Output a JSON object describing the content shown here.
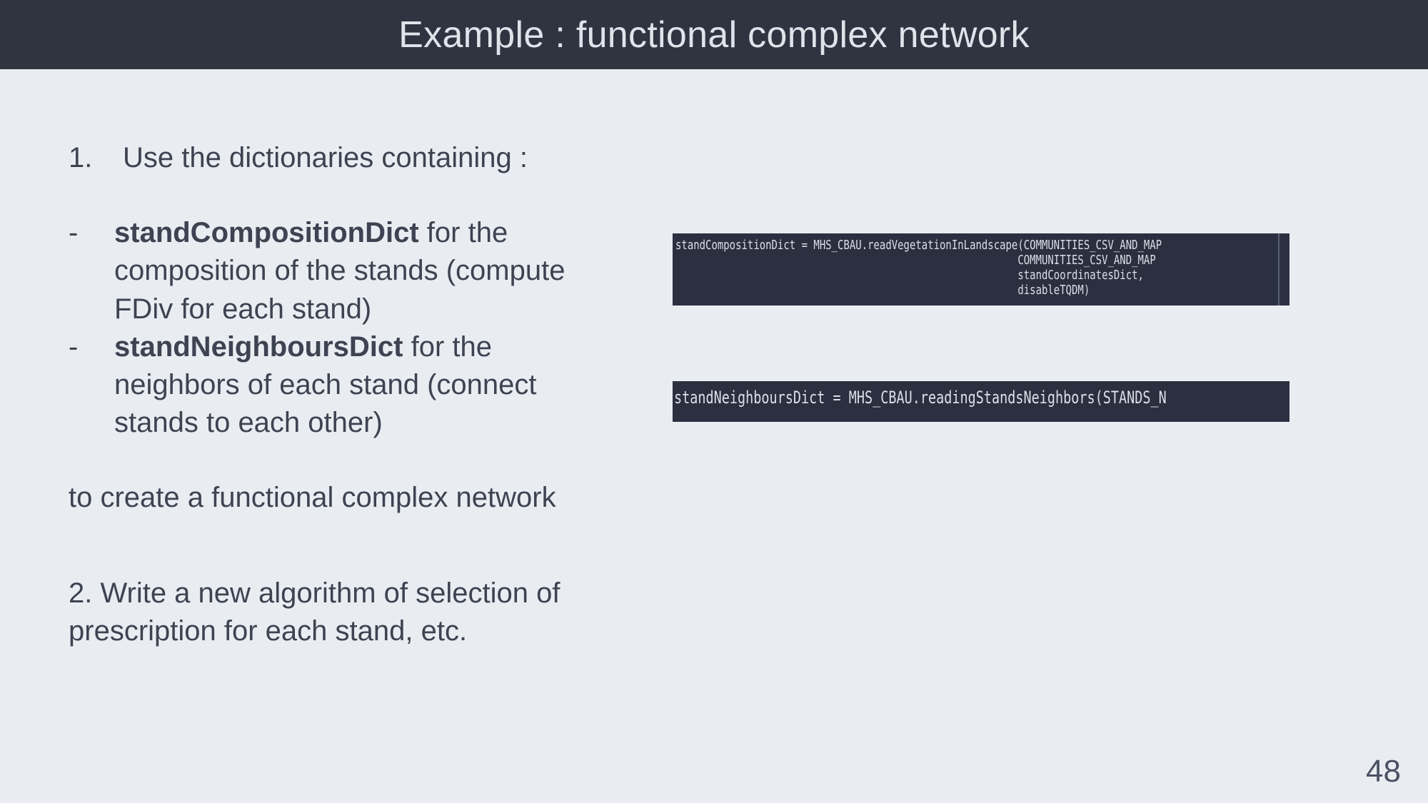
{
  "header": {
    "title": "Example : functional complex network",
    "background_color": "#2f3540",
    "text_color": "#dfe3ea"
  },
  "theme": {
    "page_background": "#e9edf2",
    "body_text_color": "#3e4352",
    "code_background": "#2b3040",
    "code_text_color": "#dcdfe8"
  },
  "content": {
    "step1": {
      "marker": "1.",
      "text": "Use the dictionaries containing :"
    },
    "bullets": [
      {
        "marker": "-",
        "term": "standCompositionDict",
        "rest": " for the composition of the stands (compute FDiv for each stand)"
      },
      {
        "marker": "-",
        "term": "standNeighboursDict",
        "rest": " for the neighbors of each stand (connect stands to each other)"
      }
    ],
    "paragraph_network": "to create a functional complex network",
    "paragraph_step2": "2. Write a new algorithm of selection of prescription for each stand, etc."
  },
  "code_blocks": [
    {
      "name": "composition-dict-code",
      "lines": [
        "standCompositionDict = MHS_CBAU.readVegetationInLandscape(COMMUNITIES_CSV_AND_MAP",
        "                                                         COMMUNITIES_CSV_AND_MAP",
        "                                                         standCoordinatesDict,",
        "                                                         disableTQDM)"
      ],
      "clipped_right": true
    },
    {
      "name": "neighbours-dict-code",
      "lines": [
        "standNeighboursDict = MHS_CBAU.readingStandsNeighbors(STANDS_N"
      ],
      "clipped_right": true
    }
  ],
  "footer": {
    "page_number": "48"
  }
}
